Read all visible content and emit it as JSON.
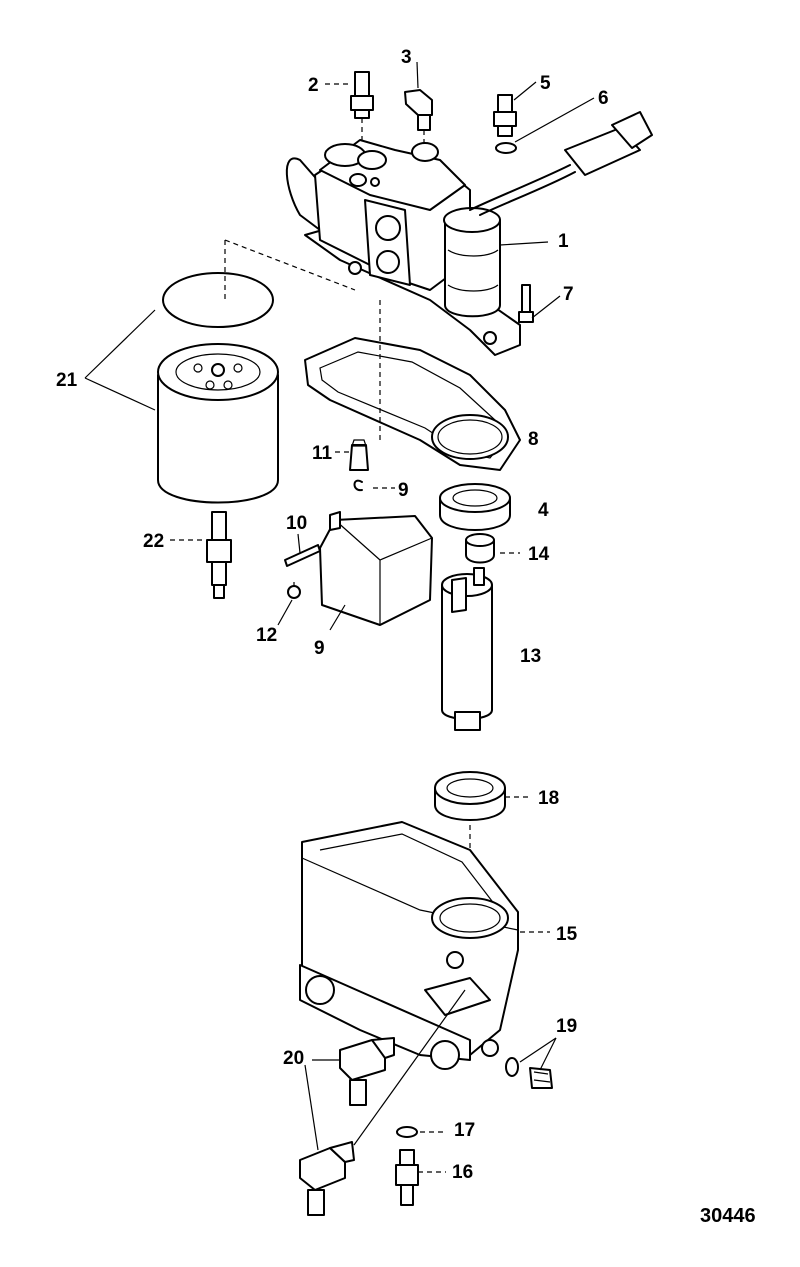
{
  "figure_number": "30446",
  "callouts": [
    {
      "id": "c1",
      "label": "1"
    },
    {
      "id": "c2",
      "label": "2"
    },
    {
      "id": "c3",
      "label": "3"
    },
    {
      "id": "c4",
      "label": "4"
    },
    {
      "id": "c5",
      "label": "5"
    },
    {
      "id": "c6",
      "label": "6"
    },
    {
      "id": "c7",
      "label": "7"
    },
    {
      "id": "c8",
      "label": "8"
    },
    {
      "id": "c9a",
      "label": "9"
    },
    {
      "id": "c9b",
      "label": "9"
    },
    {
      "id": "c10",
      "label": "10"
    },
    {
      "id": "c11",
      "label": "11"
    },
    {
      "id": "c12",
      "label": "12"
    },
    {
      "id": "c13",
      "label": "13"
    },
    {
      "id": "c14",
      "label": "14"
    },
    {
      "id": "c15",
      "label": "15"
    },
    {
      "id": "c16",
      "label": "16"
    },
    {
      "id": "c17",
      "label": "17"
    },
    {
      "id": "c18",
      "label": "18"
    },
    {
      "id": "c19",
      "label": "19"
    },
    {
      "id": "c20",
      "label": "20"
    },
    {
      "id": "c21",
      "label": "21"
    },
    {
      "id": "c22",
      "label": "22"
    }
  ]
}
